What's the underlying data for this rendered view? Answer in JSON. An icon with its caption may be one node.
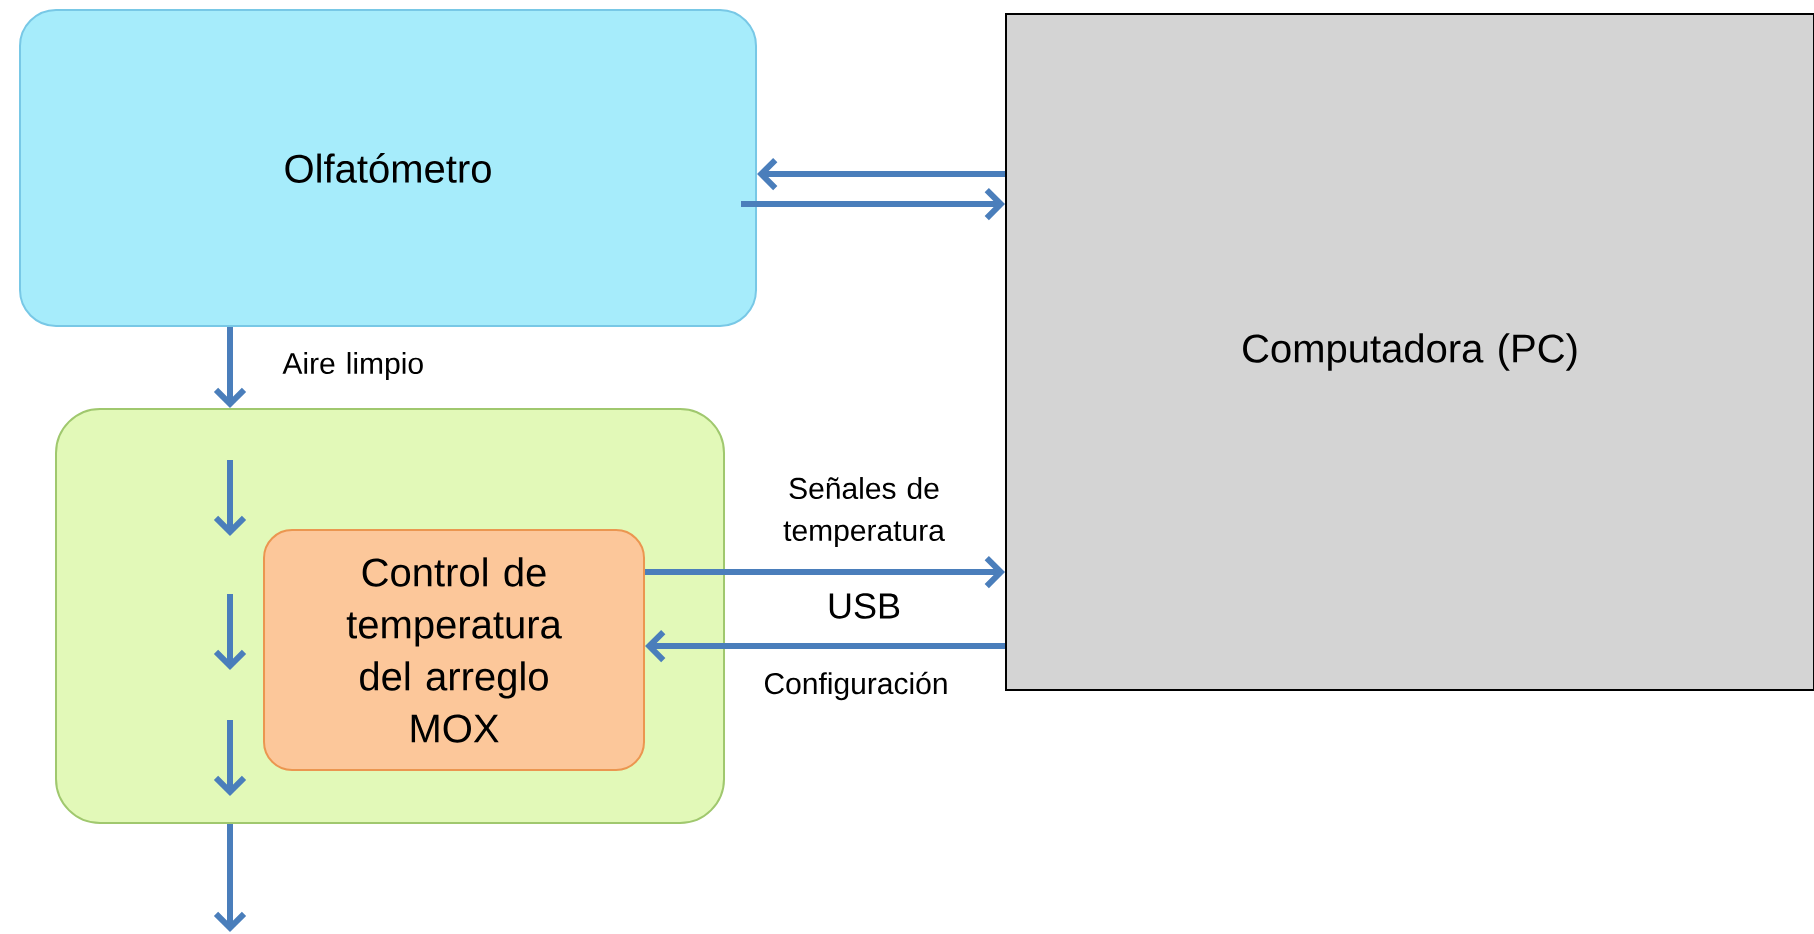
{
  "diagram": {
    "nodes": [
      {
        "text": [
          "Olfatómetro"
        ]
      },
      {
        "text": [],
        "shape": "box"
      },
      {
        "text": [
          "Control de temperatura del arreglo MOX"
        ],
        "in": 1
      },
      {
        "text": [
          "Computadora (PC)"
        ]
      }
    ],
    "edges": [
      {
        "from": 3,
        "to": 0,
        "arrow": "to"
      },
      {
        "from": 0,
        "to": 3,
        "arrow": "to"
      },
      {
        "from": 0,
        "to": 1,
        "arrow": "to",
        "label": "Aire limpio"
      },
      {
        "from": 2,
        "to": 3,
        "arrow": "to",
        "label": "Señales de temperatura"
      },
      {
        "from": 3,
        "to": 2,
        "arrow": "to",
        "label": "Configuración"
      },
      {
        "from": 1,
        "to": null,
        "arrow": "to"
      }
    ],
    "labels": [
      "USB"
    ]
  }
}
